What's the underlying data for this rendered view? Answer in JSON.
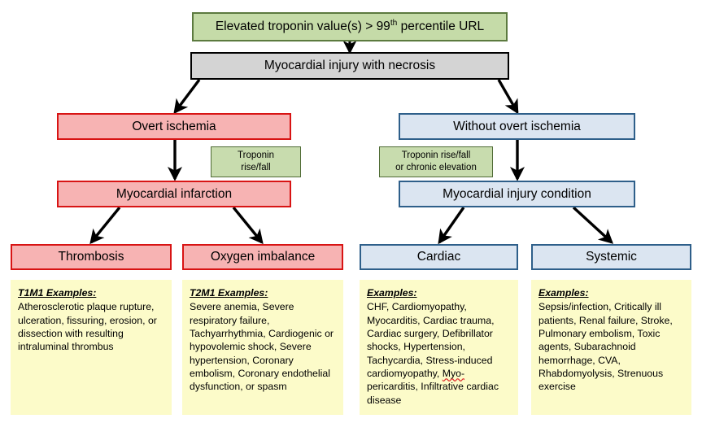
{
  "diagram": {
    "title": "Myocardial injury and infarction classification flowchart",
    "colors": {
      "green_fill": "#c5dba8",
      "green_border": "#5c7a3f",
      "gray_fill": "#d4d4d4",
      "gray_border": "#000000",
      "red_fill": "#f7b3b3",
      "red_border": "#d81414",
      "blue_fill": "#dbe5f1",
      "blue_border": "#2e5f8a",
      "yellow_fill": "#fcfbc9",
      "arrow": "#000000",
      "spellcheck_underline": "#e03030"
    },
    "nodes": {
      "top": {
        "text_before_sup": "Elevated troponin value(s) > 99",
        "sup": "th",
        "text_after_sup": " percentile URL"
      },
      "injury": "Myocardial injury with necrosis",
      "overt_ischemia": "Overt ischemia",
      "without_overt_ischemia": "Without overt ischemia",
      "myocardial_infarction": "Myocardial infarction",
      "myocardial_injury_condition": "Myocardial injury condition",
      "thrombosis": "Thrombosis",
      "oxygen_imbalance": "Oxygen imbalance",
      "cardiac": "Cardiac",
      "systemic": "Systemic"
    },
    "notes": {
      "troponin_left_line1": "Troponin",
      "troponin_left_line2": "rise/fall",
      "troponin_right_line1": "Troponin rise/fall",
      "troponin_right_line2": "or chronic elevation"
    },
    "examples": {
      "thrombosis": {
        "title": "T1M1 Examples:",
        "body": "Atherosclerotic plaque rupture, ulceration, fissuring, erosion, or dissection with resulting intraluminal thrombus"
      },
      "oxygen_imbalance": {
        "title": "T2M1 Examples:",
        "body": "Severe anemia, Severe respiratory failure, Tachyarrhythmia, Cardiogenic or hypovolemic shock, Severe hypertension, Coronary embolism, Coronary endothelial dysfunction, or spasm"
      },
      "cardiac": {
        "title": "Examples:",
        "body_part1": "CHF, Cardiomyopathy, Myocarditis, Cardiac trauma, Cardiac surgery, Defibrillator shocks, Hypertension, Tachycardia, Stress-induced cardiomyopathy, ",
        "body_misspelled": "Myo-",
        "body_part2": "pericarditis, Infiltrative cardiac disease"
      },
      "systemic": {
        "title": "Examples:",
        "body": "Sepsis/infection, Critically ill patients, Renal failure, Stroke, Pulmonary embolism, Toxic agents, Subarachnoid hemorrhage, CVA, Rhabdomyolysis, Strenuous exercise"
      }
    }
  }
}
